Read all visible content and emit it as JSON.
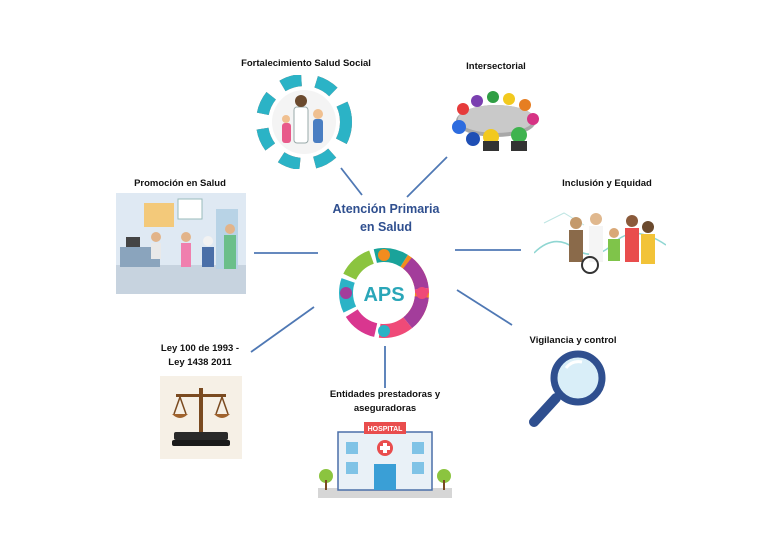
{
  "center": {
    "title_line1": "Atención Primaria",
    "title_line2": "en Salud",
    "logo_text": "APS"
  },
  "nodes": {
    "fortalecimiento": {
      "label": "Fortalecimiento Salud Social"
    },
    "intersectorial": {
      "label": "Intersectorial"
    },
    "promocion": {
      "label": "Promoción en Salud"
    },
    "inclusion": {
      "label": "Inclusión y Equidad"
    },
    "ley": {
      "label_line1": "Ley 100 de 1993 -",
      "label_line2": "Ley 1438 2011"
    },
    "vigilancia": {
      "label": "Vigilancia y control"
    },
    "entidades": {
      "label_line1": "Entidades prestadoras y",
      "label_line2": "aseguradoras",
      "sign_text": "HOSPITAL"
    }
  },
  "colors": {
    "connector": "#4f78b4",
    "title": "#2f4f8f"
  }
}
